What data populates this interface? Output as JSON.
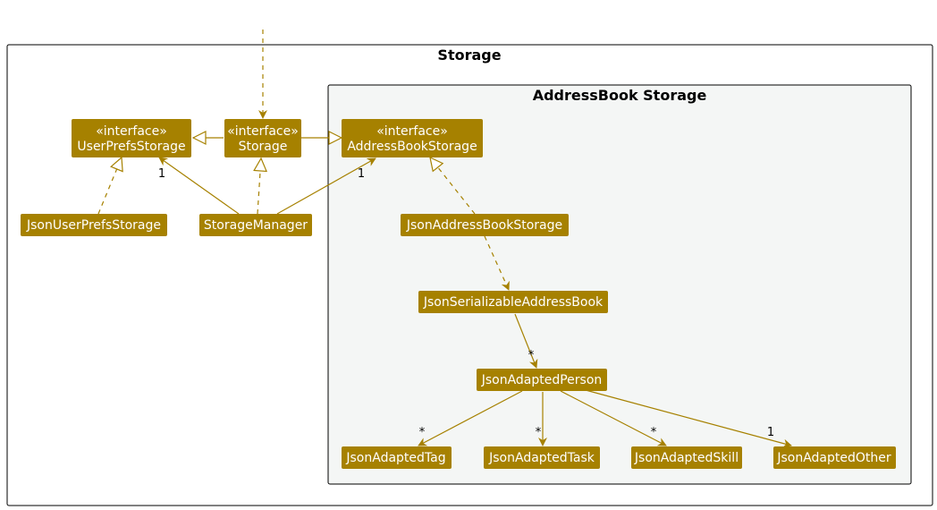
{
  "colors": {
    "node_fill": "#A68100",
    "node_text": "#FFFFFF",
    "edge": "#A68100",
    "inner_package_bg": "#F4F6F5"
  },
  "packages": {
    "outer": {
      "title": "Storage"
    },
    "inner": {
      "title": "AddressBook Storage"
    }
  },
  "nodes": {
    "user_prefs_storage": {
      "stereotype": "«interface»",
      "name": "UserPrefsStorage"
    },
    "storage": {
      "stereotype": "«interface»",
      "name": "Storage"
    },
    "address_book_storage": {
      "stereotype": "«interface»",
      "name": "AddressBookStorage"
    },
    "json_user_prefs_storage": {
      "name": "JsonUserPrefsStorage"
    },
    "storage_manager": {
      "name": "StorageManager"
    },
    "json_address_book_storage": {
      "name": "JsonAddressBookStorage"
    },
    "json_serializable_address_book": {
      "name": "JsonSerializableAddressBook"
    },
    "json_adapted_person": {
      "name": "JsonAdaptedPerson"
    },
    "json_adapted_tag": {
      "name": "JsonAdaptedTag"
    },
    "json_adapted_task": {
      "name": "JsonAdaptedTask"
    },
    "json_adapted_skill": {
      "name": "JsonAdaptedSkill"
    },
    "json_adapted_other": {
      "name": "JsonAdaptedOther"
    }
  },
  "multiplicities": {
    "sm_to_user_prefs": "1",
    "sm_to_address_book_storage": "1",
    "serializable_to_person": "*",
    "person_to_tag": "*",
    "person_to_task": "*",
    "person_to_skill": "*",
    "person_to_other": "1"
  }
}
